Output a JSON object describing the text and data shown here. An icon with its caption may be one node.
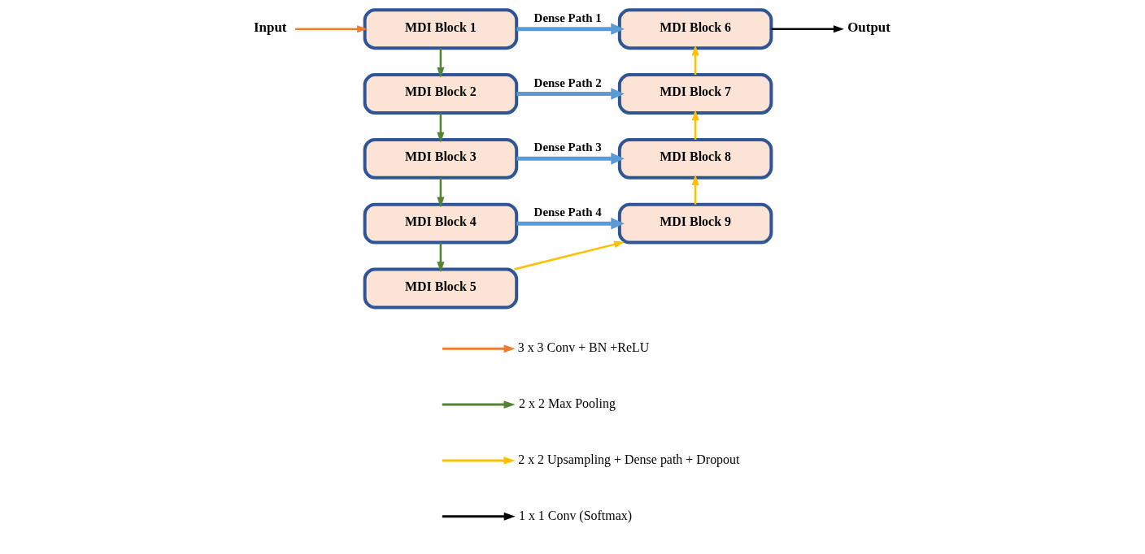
{
  "diagram": {
    "nodes": [
      {
        "text": [
          "Input"
        ]
      },
      {
        "text": [
          "MDI Block 1"
        ]
      },
      {
        "text": [
          "MDI Block 2"
        ]
      },
      {
        "text": [
          "MDI Block 3"
        ]
      },
      {
        "text": [
          "MDI Block 4"
        ]
      },
      {
        "text": [
          "MDI Block 5"
        ]
      },
      {
        "text": [
          "MDI Block 9"
        ]
      },
      {
        "text": [
          "MDI Block 8"
        ]
      },
      {
        "text": [
          "MDI Block 7"
        ]
      },
      {
        "text": [
          "MDI Block 6"
        ]
      },
      {
        "text": [
          "Output"
        ]
      }
    ],
    "edges": [
      {
        "from": 0,
        "to": 1,
        "arrow": "to",
        "color": "#ed7d31"
      },
      {
        "from": 1,
        "to": 9,
        "arrow": "to",
        "label": "Dense Path 1",
        "style": "thick",
        "color": "#5b9bd5"
      },
      {
        "from": 1,
        "to": 2,
        "arrow": "to",
        "color": "#548235"
      },
      {
        "from": 2,
        "to": 8,
        "arrow": "to",
        "label": "Dense Path 2",
        "style": "thick",
        "color": "#5b9bd5"
      },
      {
        "from": 2,
        "to": 3,
        "arrow": "to",
        "color": "#548235"
      },
      {
        "from": 3,
        "to": 7,
        "arrow": "to",
        "label": "Dense Path 3",
        "style": "thick",
        "color": "#5b9bd5"
      },
      {
        "from": 3,
        "to": 4,
        "arrow": "to",
        "color": "#548235"
      },
      {
        "from": 4,
        "to": 6,
        "arrow": "to",
        "label": "Dense Path 4",
        "style": "thick",
        "color": "#5b9bd5"
      },
      {
        "from": 4,
        "to": 5,
        "arrow": "to",
        "color": "#548235"
      },
      {
        "from": 5,
        "to": 6,
        "arrow": "to",
        "color": "#ffc000"
      },
      {
        "from": 6,
        "to": 7,
        "arrow": "to",
        "color": "#ffc000"
      },
      {
        "from": 7,
        "to": 8,
        "arrow": "to",
        "color": "#ffc000"
      },
      {
        "from": 8,
        "to": 9,
        "arrow": "to",
        "color": "#ffc000"
      },
      {
        "from": 9,
        "to": 10,
        "arrow": "to",
        "color": "#000000"
      }
    ],
    "legend": [
      {
        "text": "3 x 3 Conv + BN +ReLU",
        "color": "#ed7d31"
      },
      {
        "text": "2 x 2 Max Pooling",
        "color": "#548235"
      },
      {
        "text": "2 x 2 Upsampling + Dense path + Dropout",
        "color": "#ffc000"
      },
      {
        "text": "1 x 1 Conv (Softmax)",
        "color": "#000000"
      }
    ]
  }
}
